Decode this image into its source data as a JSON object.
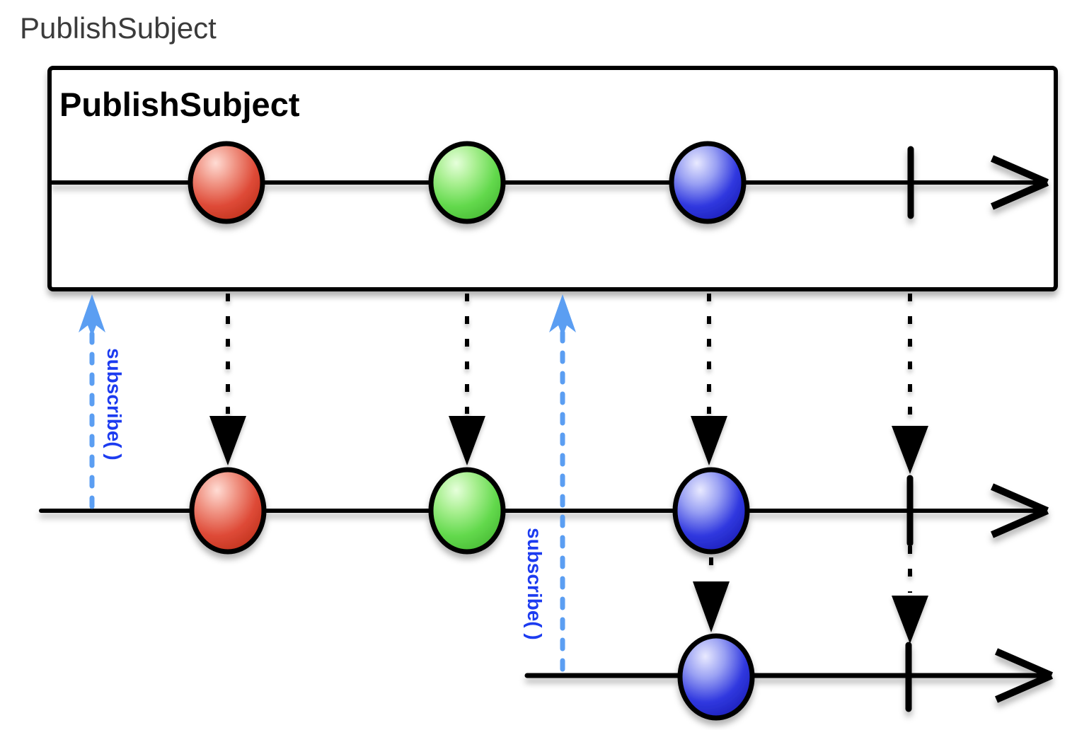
{
  "page": {
    "title": "PublishSubject"
  },
  "box": {
    "title": "PublishSubject"
  },
  "labels": {
    "subscribe_1": "subscribe( )",
    "subscribe_2": "subscribe( )"
  },
  "colors": {
    "page_title": "#3b3b3b",
    "outline": "#000000",
    "subscribe_arrow": "#5b9ef2",
    "subscribe_text": "#1c3bf0",
    "marble_red": {
      "s0": "#ffdcd4",
      "s1": "#f09484",
      "s2": "#de4a37",
      "s3": "#b62a14"
    },
    "marble_green": {
      "s0": "#e6ffdb",
      "s1": "#a8ef90",
      "s2": "#63d94d",
      "s3": "#3fb12c"
    },
    "marble_blue": {
      "s0": "#e9eaff",
      "s1": "#99a0f3",
      "s2": "#3038df",
      "s3": "#1517ad"
    }
  },
  "timelines": [
    {
      "name": "source",
      "title": "PublishSubject",
      "events": [
        "red",
        "green",
        "blue",
        "complete"
      ]
    },
    {
      "name": "first-subscriber",
      "events": [
        "red",
        "green",
        "blue",
        "complete"
      ]
    },
    {
      "name": "second-subscriber",
      "events": [
        "blue",
        "complete"
      ]
    }
  ]
}
